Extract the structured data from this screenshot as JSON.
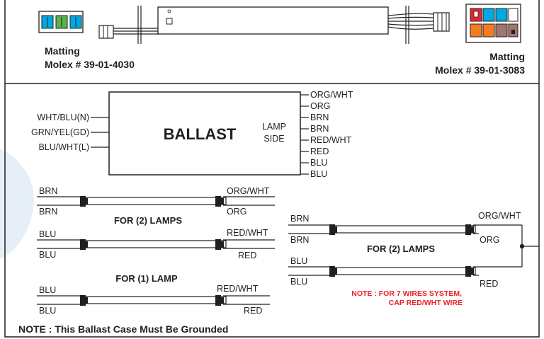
{
  "connectors": {
    "left": {
      "title": "Matting",
      "part": "Molex # 39-01-4030"
    },
    "right": {
      "title": "Matting",
      "part": "Molex # 39-01-3083"
    }
  },
  "ballast": {
    "label": "BALLAST",
    "lamp_side_line1": "LAMP",
    "lamp_side_line2": "SIDE",
    "input_wires": [
      "WHT/BLU(N)",
      "GRN/YEL(GD)",
      "BLU/WHT(L)"
    ],
    "output_wires": [
      "ORG/WHT",
      "ORG",
      "BRN",
      "BRN",
      "RED/WHT",
      "RED",
      "BLU",
      "BLU"
    ]
  },
  "configs": {
    "two_lamps_left": {
      "title": "FOR (2) LAMPS",
      "lamp1": {
        "left_top": "BRN",
        "left_bottom": "BRN",
        "right_top": "ORG/WHT",
        "right_bottom": "ORG"
      },
      "lamp2": {
        "left_top": "BLU",
        "left_bottom": "BLU",
        "right_top": "RED/WHT",
        "right_bottom": "RED"
      }
    },
    "one_lamp": {
      "title": "FOR (1) LAMP",
      "lamp1": {
        "left_top": "BLU",
        "left_bottom": "BLU",
        "right_top": "RED/WHT",
        "right_bottom": "RED"
      }
    },
    "two_lamps_right": {
      "title": "FOR (2) LAMPS",
      "lamp1": {
        "left_top": "BRN",
        "left_bottom": "BRN",
        "right_top": "ORG/WHT",
        "right_bottom": "ORG"
      },
      "lamp2": {
        "left_top": "BLU",
        "left_bottom": "BLU",
        "right_bottom": "RED"
      }
    }
  },
  "notes": {
    "seven_wire_line1": "NOTE : FOR 7 WIRES SYSTEM,",
    "seven_wire_line2": "CAP RED/WHT WIRE",
    "ground": "NOTE : This Ballast Case Must Be Grounded"
  },
  "colors": {
    "outline": "#231f20",
    "note_red": "#e8232a",
    "watermark": "#e6eef8",
    "connector_blue": "#00a9e0",
    "connector_green": "#5ab348",
    "connector_orange": "#f47b20",
    "connector_red": "#e8232a",
    "connector_brown": "#a0776f"
  }
}
